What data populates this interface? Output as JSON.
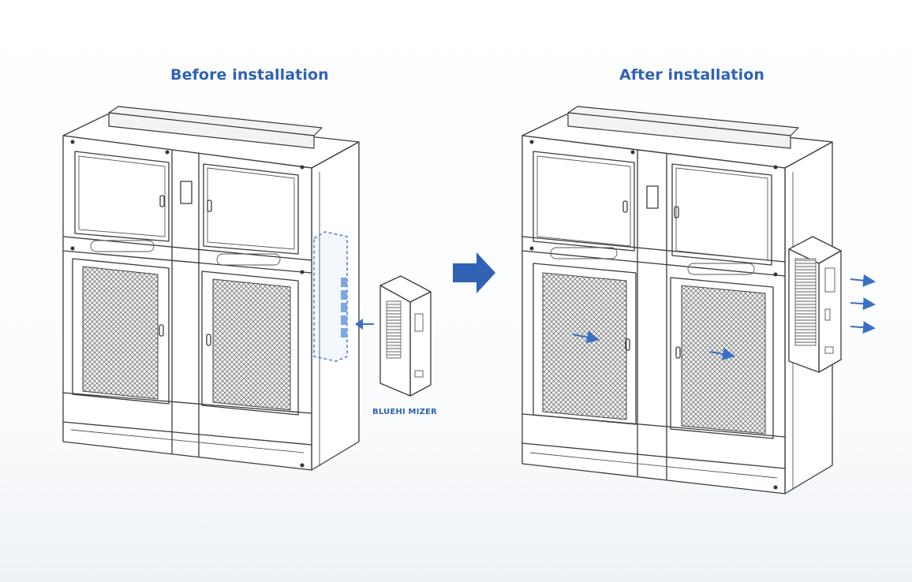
{
  "before": {
    "heading": "Before installation"
  },
  "after": {
    "heading": "After installation"
  },
  "device": {
    "label": "BLUEHI MIZER"
  },
  "colors": {
    "accent_blue": "#2f62b4",
    "arrow_blue": "#3b6fc6",
    "line": "#3a3a3a",
    "background": "#ffffff"
  }
}
